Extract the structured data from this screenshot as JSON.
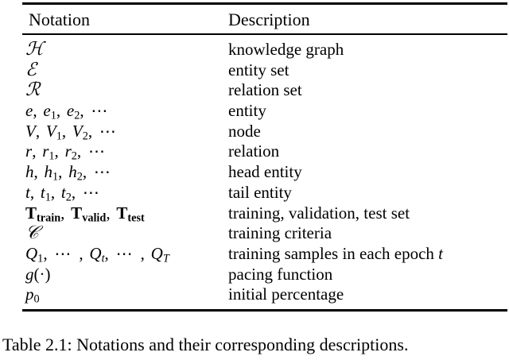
{
  "caption": {
    "label": "Table 2.1:",
    "text": "Notations and their corresponding descriptions.",
    "full": "Table 2.1: Notations and their corresponding descriptions."
  },
  "table": {
    "headers": {
      "notation": "Notation",
      "description": "Description"
    },
    "rows": [
      {
        "notation": "ℋ",
        "notation_plain": "H",
        "description": "knowledge graph"
      },
      {
        "notation": "ℰ",
        "notation_plain": "E",
        "description": "entity set"
      },
      {
        "notation": "ℛ",
        "notation_plain": "R",
        "description": "relation set"
      },
      {
        "notation": "e, e₁, e₂, ⋯",
        "notation_plain": "e, e1, e2, ...",
        "description": "entity"
      },
      {
        "notation": "V, V₁, V₂, ⋯",
        "notation_plain": "V, V1, V2, ...",
        "description": "node"
      },
      {
        "notation": "r, r₁, r₂, ⋯",
        "notation_plain": "r, r1, r2, ...",
        "description": "relation"
      },
      {
        "notation": "h, h₁, h₂, ⋯",
        "notation_plain": "h, h1, h2, ...",
        "description": "head entity"
      },
      {
        "notation": "t, t₁, t₂, ⋯",
        "notation_plain": "t, t1, t2, ...",
        "description": "tail entity"
      },
      {
        "notation": "T_train, T_valid, T_test",
        "notation_plain": "T_train, T_valid, T_test",
        "description": "training, validation, test set"
      },
      {
        "notation": "𝒞",
        "notation_plain": "C",
        "description": "training criteria"
      },
      {
        "notation": "Q₁, ⋯ , Q_t, ⋯ , Q_T",
        "notation_plain": "Q1, ..., Qt, ..., QT",
        "description": "training samples in each epoch t"
      },
      {
        "notation": "g(·)",
        "notation_plain": "g(.)",
        "description": "pacing function"
      },
      {
        "notation": "p₀",
        "notation_plain": "p0",
        "description": "initial percentage"
      }
    ],
    "descriptions": [
      "knowledge graph",
      "entity set",
      "relation set",
      "entity",
      "node",
      "relation",
      "head entity",
      "tail entity",
      "training, validation, test set",
      "training criteria",
      "training samples in each epoch t",
      "pacing function",
      "initial percentage"
    ],
    "epoch_row": {
      "prefix": "training samples in each epoch ",
      "variable": "t"
    }
  },
  "colors": {
    "text": "#000000",
    "background": "#ffffff",
    "rule": "#000000"
  }
}
